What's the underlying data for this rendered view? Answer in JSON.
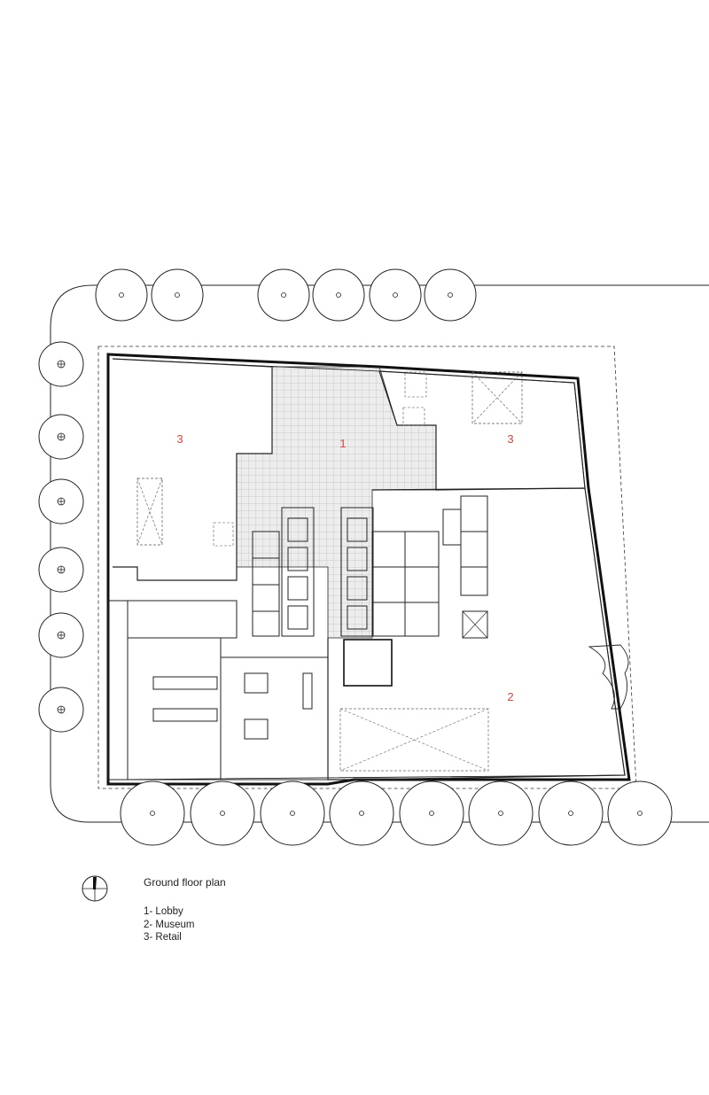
{
  "diagram": {
    "rooms": [
      {
        "id": "lobby",
        "number": "1"
      },
      {
        "id": "museum",
        "number": "2"
      },
      {
        "id": "retail-west",
        "number": "3"
      },
      {
        "id": "retail-east",
        "number": "3"
      }
    ]
  },
  "legend": {
    "title": "Ground floor plan",
    "items": [
      "1- Lobby",
      "2- Museum",
      "3- Retail"
    ]
  },
  "colors": {
    "line": "#222222",
    "room_label": "#d8453a",
    "lobby_fill": "#ececec"
  },
  "icons": [
    "north-arrow-icon",
    "tree-icon"
  ]
}
